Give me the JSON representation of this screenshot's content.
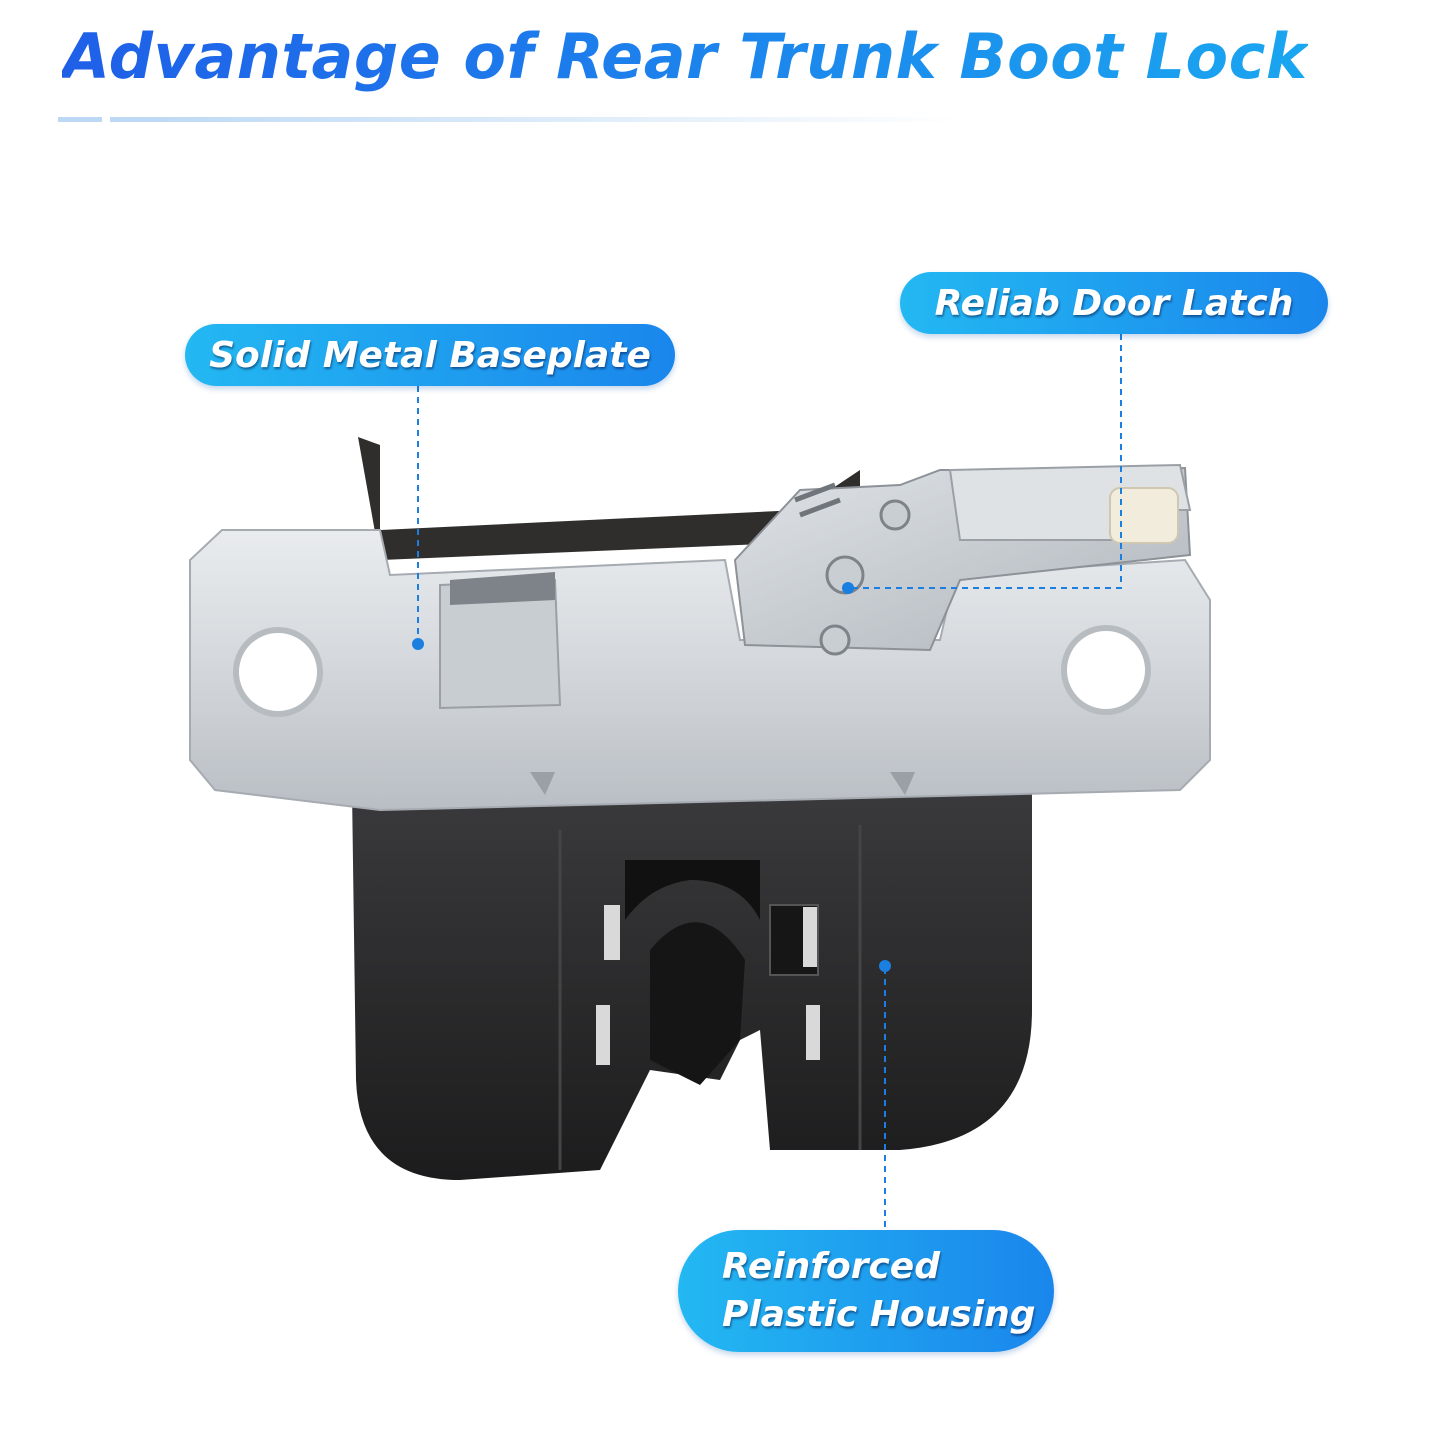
{
  "title": "Advantage of Rear Trunk Boot Lock",
  "callouts": {
    "baseplate": "Solid Metal Baseplate",
    "latch": "Reliab Door Latch",
    "housing_line1": "Reinforced",
    "housing_line2": "Plastic Housing"
  },
  "colors": {
    "accent_start": "#1f5fe8",
    "accent_end": "#1aa6f0",
    "callout_line": "#1a7fe0"
  }
}
